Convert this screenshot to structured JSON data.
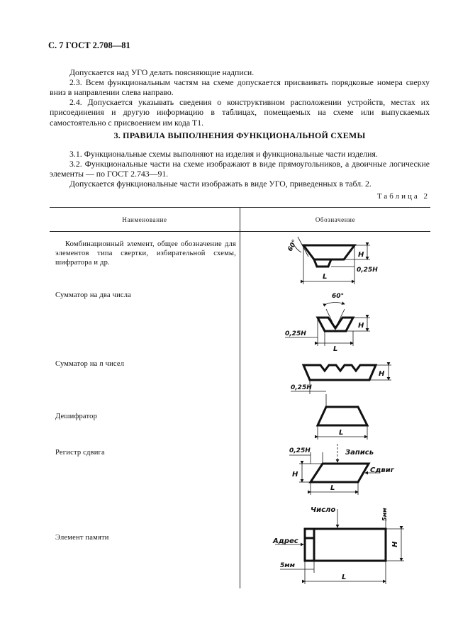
{
  "header": "С. 7 ГОСТ 2.708—81",
  "paragraphs": [
    "Допускается над УГО делать поясняющие надписи.",
    "2.3. Всем функциональным частям на схеме допускается присваивать порядковые номера сверху вниз в направлении слева направо.",
    "2.4. Допускается указывать сведения о конструктивном расположении устройств, местах их присоединения и другую информацию в таблицах, помещаемых на схеме или выпускаемых самостоятельно с присвоением им кода Т1."
  ],
  "section_title": "3. ПРАВИЛА ВЫПОЛНЕНИЯ ФУНКЦИОНАЛЬНОЙ СХЕМЫ",
  "section_paragraphs": [
    "3.1. Функциональные схемы выполняют на изделия и функциональные части изделия.",
    "3.2. Функциональные части на схеме изображают в виде прямоугольников, а двоичные логические элементы — по ГОСТ 2.743—91.",
    "Допускается функциональные части изображать в виде УГО, приведенных в табл. 2."
  ],
  "table": {
    "caption": "Таблица 2",
    "col_name": "Наименование",
    "col_symbol": "Обозначение",
    "rows": [
      {
        "name": "Комбинационный элемент, общее обозначение для элементов типа свертки, избирательной схемы, шифратора и др."
      },
      {
        "name": "Сумматор на два числа"
      },
      {
        "name_prefix": "Сумматор на ",
        "name_var": "n",
        "name_suffix": " чисел"
      },
      {
        "name": "Дешифратор"
      },
      {
        "name": "Регистр сдвига"
      },
      {
        "name": "Элемент памяти"
      }
    ]
  },
  "figure_labels": {
    "angle60": "60°",
    "H": "H",
    "L": "L",
    "quarterH": "0,25H",
    "zapis": "Запись",
    "sdvig": "Сдвиг",
    "chislo": "Число",
    "adres": "Адрес",
    "fivemm": "5мм"
  }
}
